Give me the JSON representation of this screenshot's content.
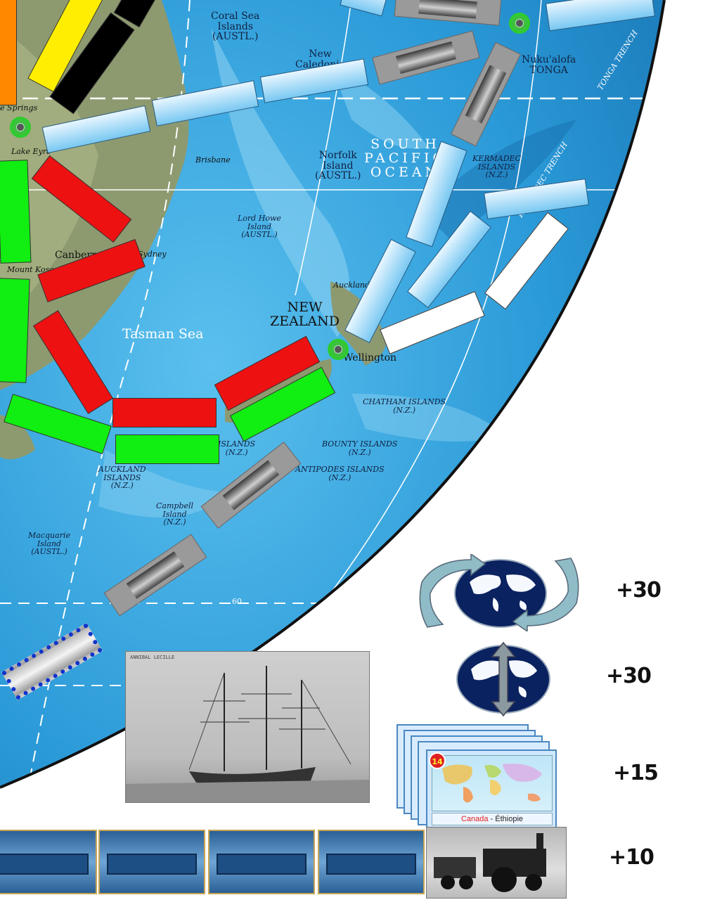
{
  "map": {
    "labels": {
      "coral_sea": "Coral Sea\nIslands\n(AUSTL.)",
      "new_caledonia": "New\nCaledonia",
      "tonga": "Nuku'alofa\nTONGA",
      "brisbane": "Brisbane",
      "norfolk": "Norfolk\nIsland\n(AUSTL.)",
      "kermadec": "KERMADEC\nISLANDS\n(N.Z.)",
      "south_pacific": "SOUTH\nPACIFIC\nOCEAN",
      "lord_howe": "Lord Howe\nIsland\n(AUSTL.)",
      "canberra": "Canberra",
      "sydney": "Sydney",
      "auckland": "Auckland",
      "new_zealand": "NEW\nZEALAND",
      "wellington": "Wellington",
      "tasman_sea": "Tasman Sea",
      "chatham": "CHATHAM ISLANDS\n(N.Z.)",
      "bounty": "BOUNTY ISLANDS\n(N.Z.)",
      "antipodes": "ANTIPODES ISLANDS\n(N.Z.)",
      "auckland_islands": "AUCKLAND\nISLANDS\n(N.Z.)",
      "campbell": "Campbell\nIsland\n(N.Z.)",
      "macquarie": "Macquarie\nIsland\n(AUSTL.)",
      "lake_eyre": "Lake Eyre",
      "alice_springs": "e Springs",
      "mount_kosciuszko": "Mount Kosc",
      "islands_partial": "ISLANDS\n(N.Z.)",
      "tonga_trench": "TONGA TRENCH",
      "kermadec_trench": "KERMADEC TRENCH",
      "latitude_60": "60"
    }
  },
  "bonuses": {
    "circumnavigation": "+30",
    "globetrotter": "+30",
    "tickets": "+15",
    "longest_train": "+10"
  },
  "ticket_card": {
    "number": "14",
    "from": "Canada",
    "separator": " - ",
    "to": "Éthiopie"
  },
  "ship_photo_caption": "ANNIBAL LECILLE"
}
